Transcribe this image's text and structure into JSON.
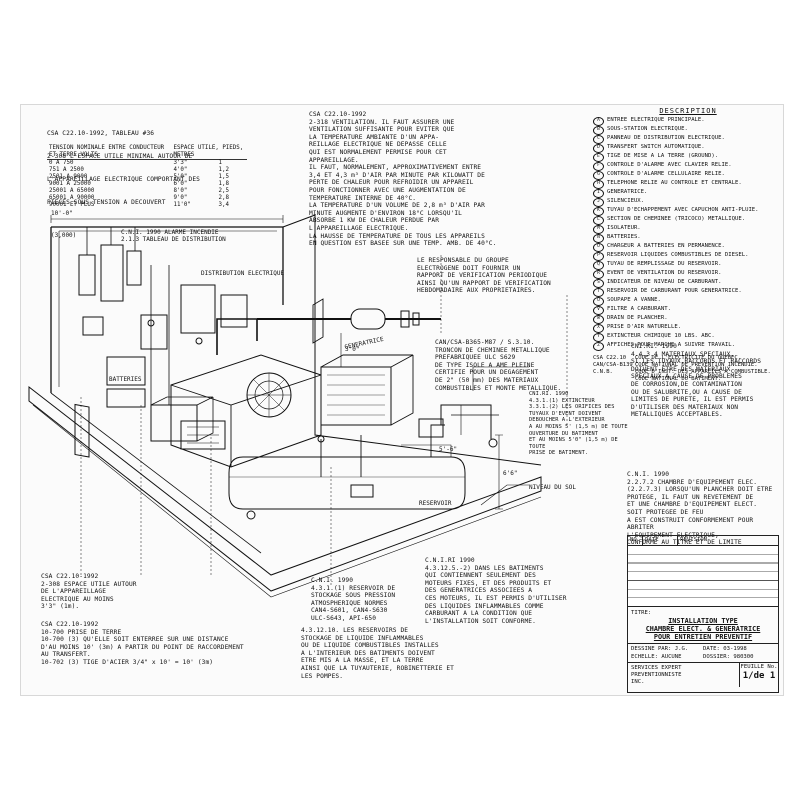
{
  "top_left": {
    "ref": "CSA C22.10-1992, TABLEAU #36",
    "lines": [
      "2-308 L'ESPACE UTILE MINIMAL AUTOUR DE",
      "L'APPAREILLAGE ELECTRIQUE COMPORTANT DES",
      "PIECES SOUS TENSION A DECOUVERT"
    ]
  },
  "clear_table": {
    "headers": [
      "TENSION NOMINALE ENTRE CONDUCTEUR ET TERRE,VOLTS",
      "ESPACE UTILE, PIEDS, METRES"
    ],
    "rows": [
      [
        "0 A 750",
        "3'3\"",
        "1"
      ],
      [
        "751 A 2500",
        "4'0\"",
        "1,2"
      ],
      [
        "2501 A 9000",
        "5'0\"",
        "1,5"
      ],
      [
        "9001 A 25000",
        "6'0\"",
        "1,8"
      ],
      [
        "25001 A 65000",
        "8'0\"",
        "2,5"
      ],
      [
        "65001 A 90000",
        "9'0\"",
        "2,8"
      ],
      [
        "90001 ET PLUS",
        "11'0\"",
        "3,4"
      ]
    ]
  },
  "ventilation": {
    "ref": "CSA C22.10-1992",
    "lines": [
      "2-318 VENTILATION. IL FAUT ASSURER UNE",
      "VENTILATION SUFFISANTE POUR EVITER QUE",
      "LA TEMPERATURE AMBIANTE D'UN APPA-",
      "REILLAGE ELECTRIQUE NE DEPASSE CELLE",
      "QUI EST NORMALEMENT PERMISE POUR CET",
      "APPAREILLAGE.",
      "IL FAUT, NORMALEMENT, APPROXIMATIVEMENT ENTRE",
      "3,4 ET 4,3 m³ D'AIR PAR MINUTE PAR KILOWATT DE",
      "PERTE DE CHALEUR POUR REFROIDIR UN APPAREIL",
      "POUR FONCTIONNER AVEC UNE AUGMENTATION DE",
      "TEMPERATURE INTERNE DE 40°C.",
      "LA TEMPERATURE D'UN VOLUME DE 2,8 m³ D'AIR PAR",
      "MINUTE AUGMENTE D'ENVIRON 18°C LORSQU'IL",
      "ABSORBE 1 KW DE CHALEUR PERDUE PAR",
      "L'APPAREILLAGE ELECTRIQUE.",
      "LA HAUSSE DE TEMPERATURE DE TOUS LES APPAREILS",
      "EN QUESTION EST BASEE SUR UNE TEMP. AMB. DE 40°C."
    ]
  },
  "legend": {
    "title": "DESCRIPTION",
    "items": [
      {
        "key": "A",
        "text": "ENTREE ELECTRIQUE PRINCIPALE."
      },
      {
        "key": "B",
        "text": "SOUS-STATION ELECTRIQUE."
      },
      {
        "key": "C",
        "text": "PANNEAU DE DISTRIBUTION ELECTRIQUE."
      },
      {
        "key": "D",
        "text": "TRANSFERT SWITCH AUTOMATIQUE."
      },
      {
        "key": "E",
        "text": "TIGE DE MISE A LA TERRE (GROUND)."
      },
      {
        "key": "F",
        "text": "CONTROLE D'ALARME AVEC CLAVIER RELIE."
      },
      {
        "key": "G",
        "text": "CONTROLE D'ALARME CELLULAIRE RELIE."
      },
      {
        "key": "H",
        "text": "TELEPHONE RELIE AU CONTROLE ET CENTRALE."
      },
      {
        "key": "I",
        "text": "GENERATRICE."
      },
      {
        "key": "J",
        "text": "SILENCIEUX."
      },
      {
        "key": "K",
        "text": "TUYAU D'ECHAPPEMENT AVEC CAPUCHON ANTI-PLUIE."
      },
      {
        "key": "L",
        "text": "SECTION DE CHEMINEE (TRICOCO) METALLIQUE."
      },
      {
        "key": "M",
        "text": "ISOLATEUR."
      },
      {
        "key": "N",
        "text": "BATTERIES."
      },
      {
        "key": "O",
        "text": "CHARGEUR A BATTERIES EN PERMANENCE."
      },
      {
        "key": "P",
        "text": "RESERVOIR LIQUIDES COMBUSTIBLES DE DIESEL."
      },
      {
        "key": "Q",
        "text": "TUYAU DE REMPLISSAGE DU RESERVOIR."
      },
      {
        "key": "R",
        "text": "EVENT DE VENTILATION DU RESERVOIR."
      },
      {
        "key": "S",
        "text": "INDICATEUR DE NIVEAU DE CARBURANT."
      },
      {
        "key": "T",
        "text": "RESERVOIR DE CARBURANT POUR GENERATRICE."
      },
      {
        "key": "U",
        "text": "SOUPAPE A VANNE."
      },
      {
        "key": "V",
        "text": "FILTRE A CARBURANT."
      },
      {
        "key": "W",
        "text": "DRAIN DE PLANCHER."
      },
      {
        "key": "X",
        "text": "PRISE D'AIR NATURELLE."
      },
      {
        "key": "Y",
        "text": "EXTINCTEUR CHIMIQUE 10 LBS. ABC."
      },
      {
        "key": "Z",
        "text": "AFFICHES POUR MARCHE A SUIVRE TRAVAIL."
      }
    ],
    "codes": [
      {
        "k": "CSA C22.10",
        "v": "CODE DE L'ELECTRICITE DU QUEBEC."
      },
      {
        "k": "CAN/CSA-B139",
        "v": "CODE NATIONAL DE PREVENTION INCENDIE."
      },
      {
        "k": "C.N.B.",
        "v": "CODE D'INST. DES APPAREILS A COMBUSTIBLE."
      },
      {
        "k": "",
        "v": "CODE NATIONAL DU BATIMENT."
      }
    ]
  },
  "notes": {
    "responsible": [
      "LE RESPONSABLE DU GROUPE",
      "ELECTROGENE DOIT FOURNIR UN",
      "RAPPORT DE VERIFICATION PERIODIQUE",
      "AINSI QU'UN RAPPORT DE VERIFICATION",
      "HEBDOMADAIRE AUX PROPRIETAIRES."
    ],
    "chimney": [
      "CAN/CSA-B365-M87 / S.3.10.",
      "TRONCON DE CHEMINEE METALLIQUE",
      "PREFABRIQUEE ULC S629",
      "DE TYPE ISOLE A AME PLEINE",
      "CERTIFIE POUR UN DEGAGEMENT",
      "DE 2\" (50 mm) DES MATERIAUX",
      "COMBUSTIBLES ET MONTE METALLIQUE."
    ],
    "materials": [
      "CNI.RI. 1990",
      "4.4.3.4 MATERIAUX SPECIAUX.",
      "SI LES TUYAUX,RACCORDS ET RACCORDS",
      "DOIVENT ETRE DES MATERIAUX",
      "SPECIAUX A CAUSE DE PROBLEMES",
      "DE CORROSION,DE CONTAMINATION",
      "OU DE SALUBRITE,OU A CAUSE DE",
      "LIMITES DE PURETE, IL EST PERMIS",
      "D'UTILISER DES MATERIAUX NON",
      "METALLIQUES ACCEPTABLES."
    ],
    "distance_ref": [
      "CNI.RI. 1990",
      "4.3.1.(1) EXTINCTEUR",
      "3.3.1.(2) LES ORIFICES DES",
      "TUYAUX D'EVENT DOIVENT",
      "DEBOUCHER A L'EXTERIEUR",
      "A AU MOINS 5' (1,5 m) DE TOUTE",
      "OUVERTURE DU BATIMENT",
      "ET AU MOINS 5'0\" (1,5 m) DE TOUTE",
      "PRISE DE BATIMENT."
    ],
    "room": [
      "C.N.I. 1990",
      "2.2.7.2 CHAMBRE D'EQUIPEMENT ELEC.",
      "(2.2.7.3) LORSQU'UN PLANCHER DOIT ETRE",
      "PROTEGE, IL FAUT UN REVETEMENT DE",
      "ET UNE CHAMBRE D'EQUIPEMENT ELECT.",
      "SOIT PROTEGEE DE FEU",
      "A EST CONSTRUIT CONFORMEMENT POUR ABRITER",
      "L'EQUIPEMENT ELECTRIQUE,",
      "CONFORME AU TITRE ET DE LIMITE",
      "DE DOSE DE 4 HRS PAR RESISTANCE",
      "PROVENANT DE BATIMENT."
    ],
    "tanks_left": [
      "C.N.I. 1990",
      "4.3.1.(1) RESERVOIR DE",
      "STOCKAGE SOUS PRESSION",
      "ATMOSPHERIQUE NORMES",
      "CAN4-S601, CAN4-S630",
      "ULC-S643, API-650"
    ],
    "buildings": [
      "C.N.I.RI 1990",
      "4.3.12.5.-2) DANS LES BATIMENTS",
      "QUI CONTIENNENT SEULEMENT DES",
      "MOTEURS FIXES, ET DES PRODUITS ET",
      "DES GENERATRICES ASSOCIEES A",
      "CES MOTEURS, IL EST PERMIS D'UTILISER",
      "DES LIQUIDES INFLAMMABLES COMME",
      "CARBURANT A LA CONDITION QUE",
      "L'INSTALLATION SOIT CONFORME."
    ],
    "reservoirs": [
      "4.3.12.10. LES RESERVOIRS DE",
      "STOCKAGE DE LIQUIDE INFLAMMABLES",
      "OU DE LIQUIDE COMBUSTIBLES INSTALLES",
      "A L'INTERIEUR DES BATIMENTS DOIVENT",
      "ETRE MIS A LA MASSE, ET LA TERRE",
      "AINSI QUE LA TUYAUTERIE, ROBINETTERIE ET",
      "LES POMPES."
    ],
    "clearance_bottom": [
      "CSA C22.10-1992",
      "2-308 ESPACE UTILE AUTOUR",
      "DE L'APPAREILLAGE",
      "ELECTRIQUE AU MOINS",
      "3'3\" (1m)."
    ],
    "ground": [
      "CSA C22.10-1992",
      "10-700 PRISE DE TERRE",
      "10-700 (3) QU'ELLE SOIT ENTERREE SUR UNE DISTANCE",
      "D'AU MOINS 10' (3m) A PARTIR DU POINT DE RACCORDEMENT",
      "AU TRANSFERT.",
      "10-702 (3) TIGE D'ACIER 3/4\" x 10' = 10' (3m)"
    ],
    "level_label": "NIVEAU DU SOL"
  },
  "diagram_labels": {
    "dim_top_left": "10'-0\"",
    "dim_metric": "(3,000)",
    "dim_right": "6'6\"",
    "dim_depth": "3'0\"",
    "dim_height": "5'-6\"",
    "alarm1": "C.N.I. 1990 ALARME INCENDIE",
    "alarm2": "2.1.3 TABLEAU DE DISTRIBUTION",
    "panel": "DISTRIBUTION ELECTRIQUE",
    "gen": "GENERATRICE",
    "fuel": "RESERVOIR",
    "batt": "BATTERIES"
  },
  "title_block": {
    "no_label": "NO.",
    "date_label": "DATE",
    "rev_label": "REVISION",
    "titre_label": "TITRE:",
    "title_lines": [
      "INSTALLATION TYPE",
      "CHAMBRE ELECT. & GENERATRICE",
      "POUR ENTRETIEN PREVENTIF"
    ],
    "dessine_label": "DESSINE PAR:",
    "dessine": "J.G.",
    "date2_label": "DATE:",
    "date2": "03-1998",
    "echelle_label": "ECHELLE:",
    "echelle": "AUCUNE",
    "dossier_label": "DOSSIER:",
    "dossier": "980300",
    "company": [
      "SERVICES EXPERT",
      "PREVENTIONNISTE",
      "INC."
    ],
    "feuille_label": "FEUILLE No.",
    "feuille": "1/de 1"
  }
}
